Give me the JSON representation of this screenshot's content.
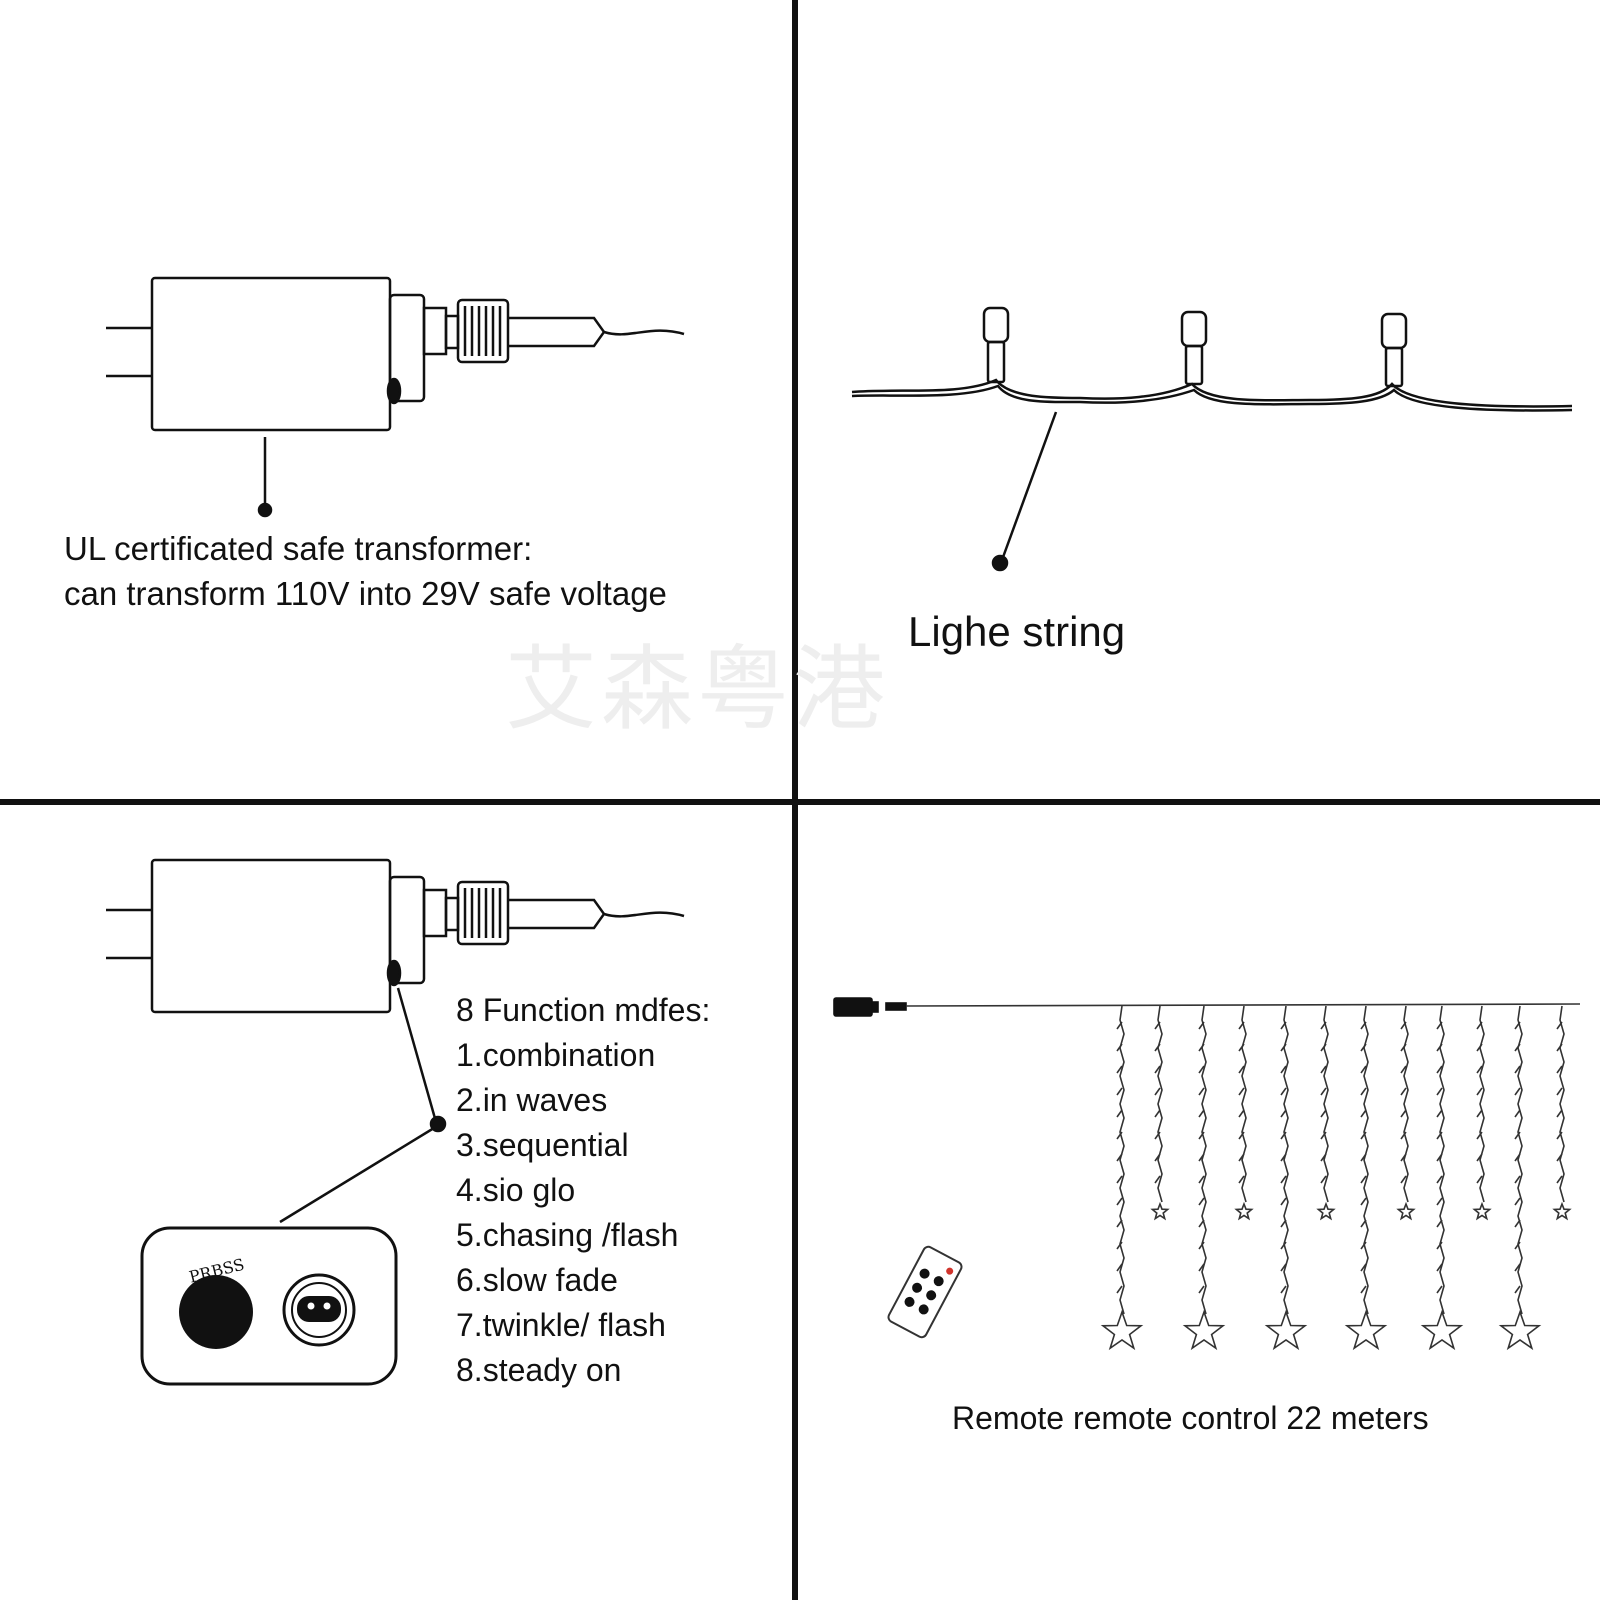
{
  "colors": {
    "ink": "#111111",
    "background": "#ffffff",
    "remote_dot": "#d0342c"
  },
  "transformer_label": {
    "line1": "UL certificated safe transformer:",
    "line2": "can transform 110V into 29V safe voltage"
  },
  "light_string_label": "Lighe string",
  "controller": {
    "button_text": "PRBSS",
    "modes_title": "8 Function mdfes:",
    "modes": [
      "1.combination",
      "2.in waves",
      "3.sequential",
      "4.sio glo",
      "5.chasing /flash",
      "6.slow fade",
      "7.twinkle/ flash",
      "8.steady on"
    ]
  },
  "remote_label": "Remote remote control 22 meters",
  "watermark": "艾森粤港"
}
